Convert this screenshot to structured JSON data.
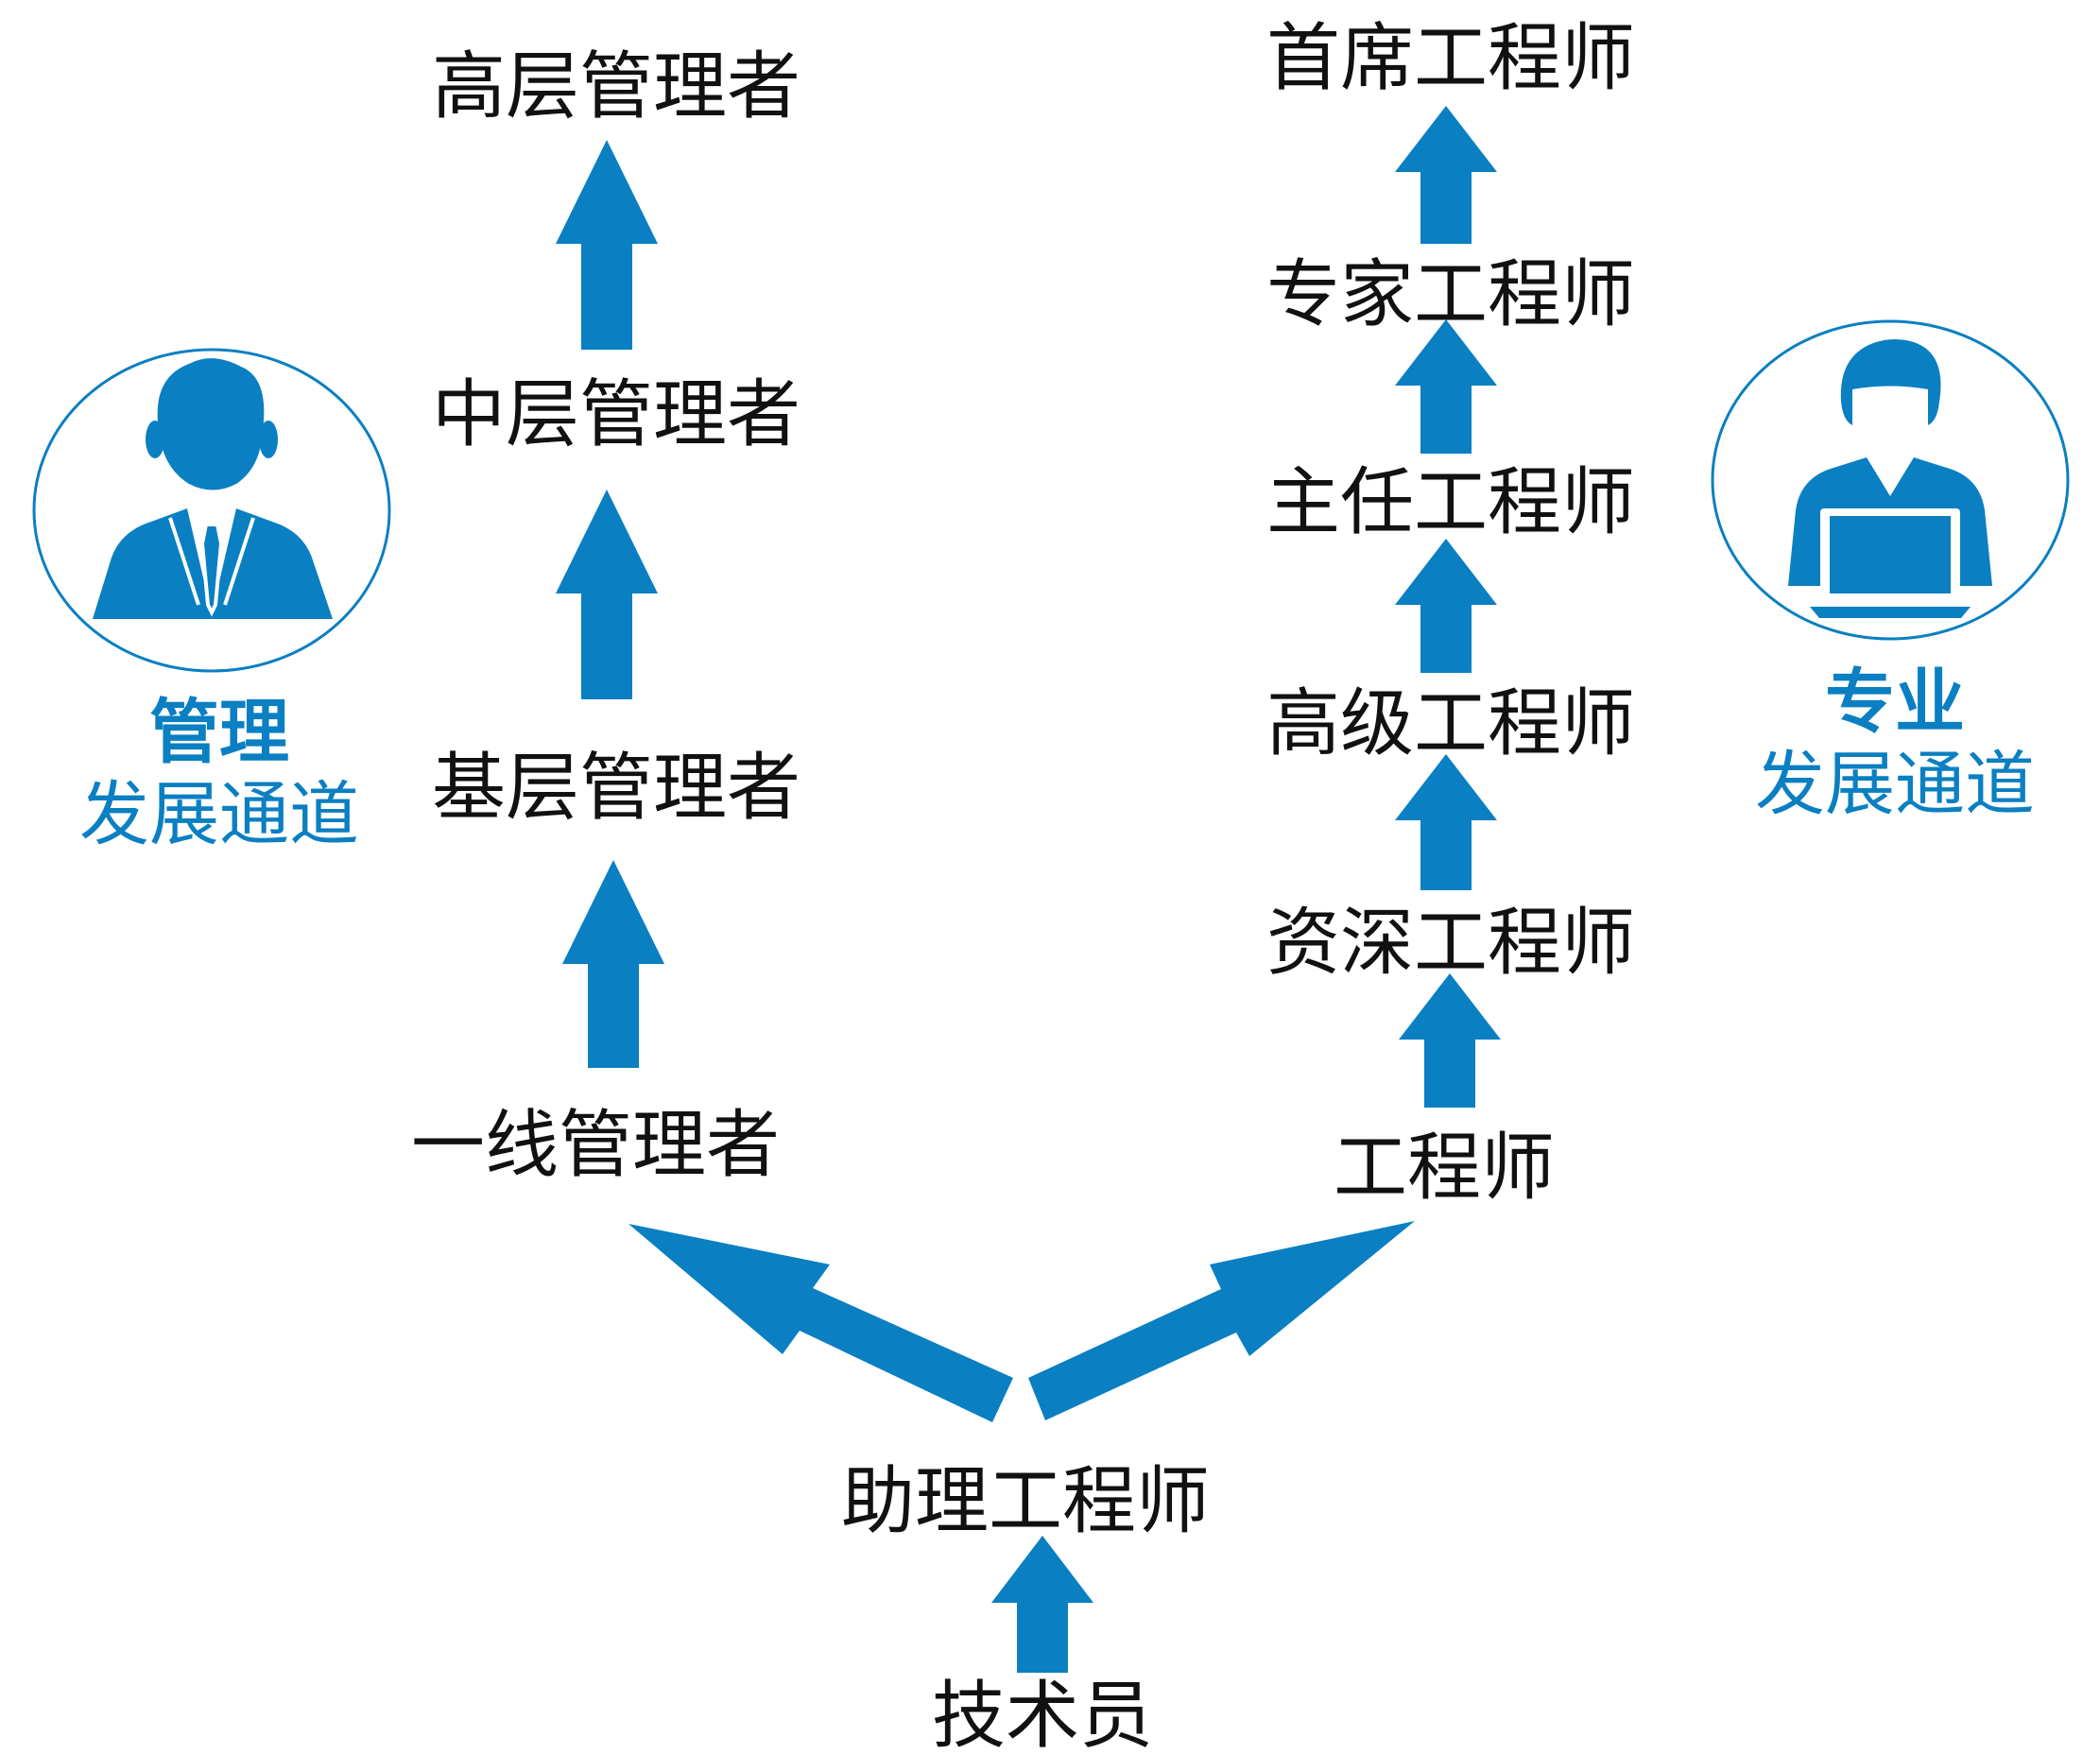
{
  "colors": {
    "accent": "#0a7fc2",
    "text": "#111111",
    "background": "#ffffff"
  },
  "management_track": {
    "icon": "manager-icon",
    "title": "管理",
    "subtitle": "发展通道",
    "steps": [
      "一线管理者",
      "基层管理者",
      "中层管理者",
      "高层管理者"
    ]
  },
  "professional_track": {
    "icon": "laptop-user-icon",
    "title": "专业",
    "subtitle": "发展通道",
    "steps": [
      "工程师",
      "资深工程师",
      "高级工程师",
      "主任工程师",
      "专家工程师",
      "首席工程师"
    ]
  },
  "common_path": {
    "steps": [
      "技术员",
      "助理工程师"
    ]
  }
}
